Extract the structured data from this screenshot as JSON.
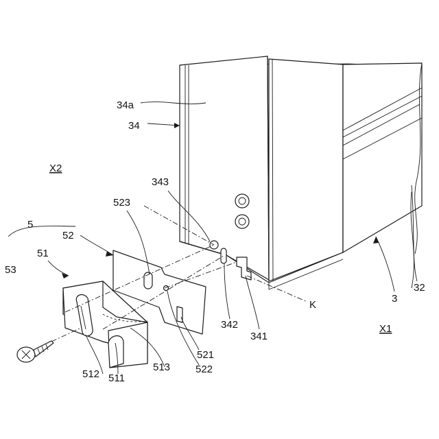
{
  "labels": {
    "ref_34a": "34a",
    "ref_34": "34",
    "ref_x2": "X2",
    "ref_343": "343",
    "ref_523": "523",
    "ref_5": "5",
    "ref_52": "52",
    "ref_51": "51",
    "ref_53": "53",
    "ref_512": "512",
    "ref_511": "511",
    "ref_513": "513",
    "ref_521": "521",
    "ref_522": "522",
    "ref_342": "342",
    "ref_341": "341",
    "ref_k": "K",
    "ref_3": "3",
    "ref_32": "32",
    "ref_x1": "X1"
  }
}
